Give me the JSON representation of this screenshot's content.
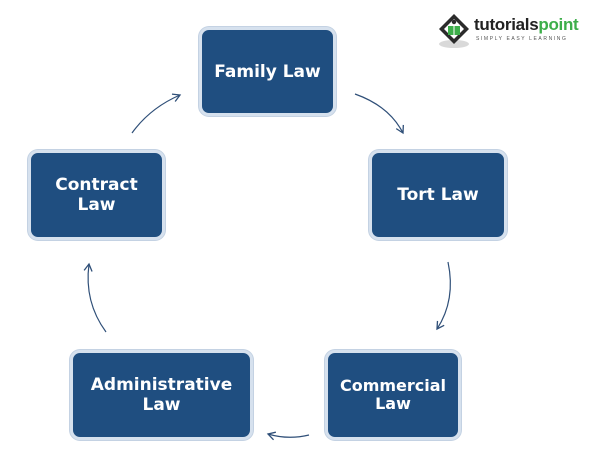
{
  "logo": {
    "name_part1": "tutorials",
    "name_part2": "point",
    "tagline": "SIMPLY EASY LEARNING"
  },
  "diagram": {
    "nodes": [
      {
        "id": "family",
        "label": "Family Law"
      },
      {
        "id": "tort",
        "label": "Tort Law"
      },
      {
        "id": "commercial",
        "label": "Commercial\nLaw"
      },
      {
        "id": "administrative",
        "label": "Administrative\nLaw"
      },
      {
        "id": "contract",
        "label": "Contract\nLaw"
      }
    ],
    "cycle_order": [
      "family",
      "tort",
      "commercial",
      "administrative",
      "contract"
    ],
    "colors": {
      "node_fill": "#1f4e80",
      "node_border": "#d6e1ee",
      "arrow": "#2f4f78",
      "logo_green": "#3dae4a"
    }
  }
}
